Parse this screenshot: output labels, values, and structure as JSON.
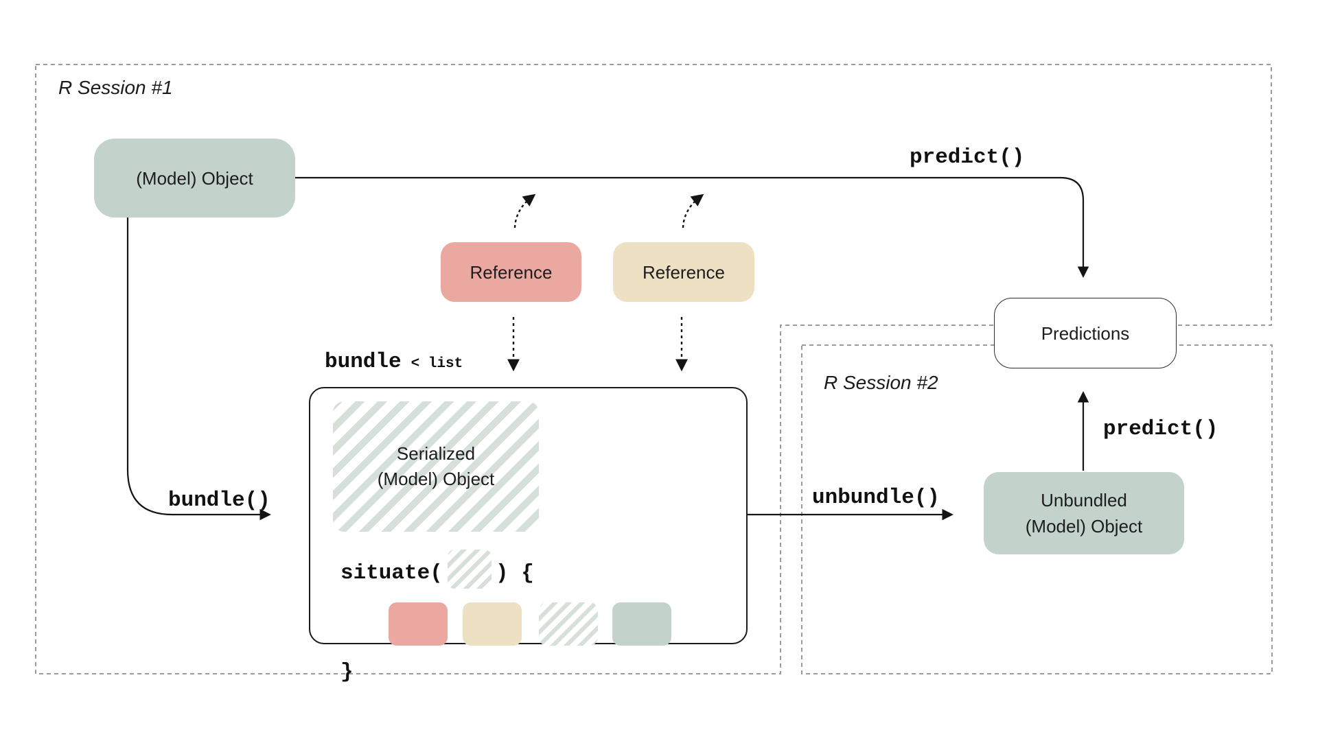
{
  "colors": {
    "sage_fill": "#c3d3cb",
    "red_fill": "#eba8a1",
    "tan_fill": "#eee0c3",
    "stripe_green": "#d6dfd8",
    "dash_border": "#9b9b9b",
    "line": "#141414",
    "box_border": "#1b1b1b",
    "text": "#1d1d1f",
    "background": "#ffffff"
  },
  "sessions": {
    "s1": {
      "label": "R Session #1"
    },
    "s2": {
      "label": "R Session #2"
    }
  },
  "nodes": {
    "model_object": {
      "label": "(Model) Object"
    },
    "reference_red": {
      "label": "Reference"
    },
    "reference_tan": {
      "label": "Reference"
    },
    "serialized": {
      "line1": "Serialized",
      "line2": "(Model) Object"
    },
    "predictions": {
      "label": "Predictions"
    },
    "unbundled": {
      "line1": "Unbundled",
      "line2": "(Model) Object"
    }
  },
  "code": {
    "bundle_var": "bundle",
    "bundle_type": "< list",
    "situate_open": "situate(",
    "situate_close": ") {",
    "closing_brace": "}"
  },
  "edges": {
    "predict_session1": {
      "label": "predict()"
    },
    "bundle": {
      "label": "bundle()"
    },
    "unbundle": {
      "label": "unbundle()"
    },
    "predict_session2": {
      "label": "predict()"
    }
  }
}
